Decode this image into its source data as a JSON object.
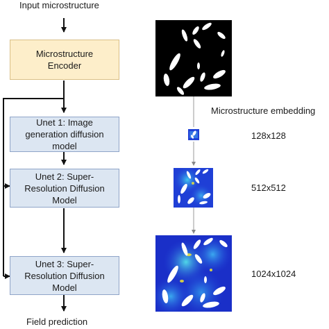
{
  "top_label": "Input microstructure",
  "bottom_label": "Field prediction",
  "blocks": {
    "encoder": {
      "line1": "Microstructure",
      "line2": "Encoder"
    },
    "unet1": {
      "line1": "Unet 1: Image",
      "line2": "generation diffusion",
      "line3": "model"
    },
    "unet2": {
      "line1": "Unet 2: Super-",
      "line2": "Resolution Diffusion",
      "line3": "Model"
    },
    "unet3": {
      "line1": "Unet 3: Super-",
      "line2": "Resolution Diffusion",
      "line3": "Model"
    }
  },
  "embedding_label": "Microstructure embedding",
  "resolutions": [
    "128x128",
    "512x512",
    "1024x1024"
  ],
  "colors": {
    "encoder_fill": "#fdeeca",
    "unet_fill": "#dce6f2",
    "field_low": "#1f3fd6",
    "field_high": "#f2e830"
  }
}
